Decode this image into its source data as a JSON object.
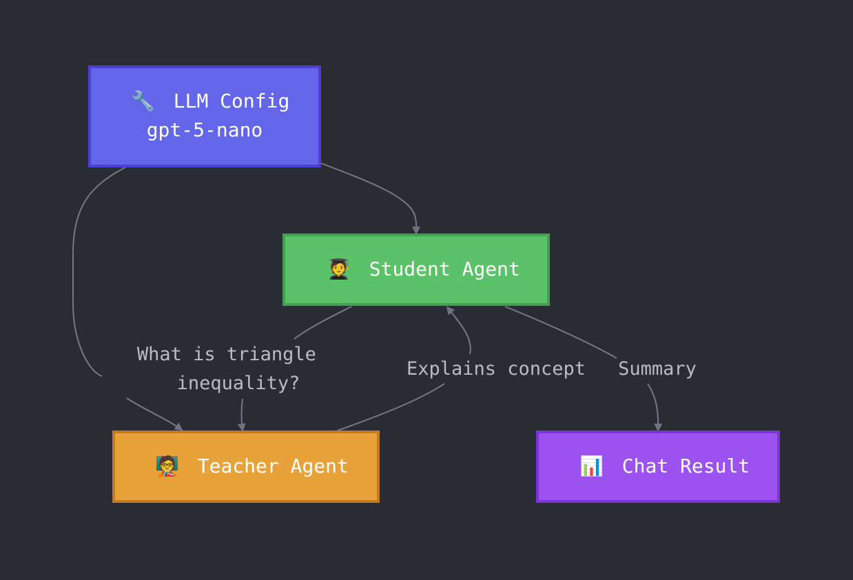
{
  "nodes": {
    "llm_config": {
      "icon": "🔧",
      "title": "LLM Config",
      "subtitle": "gpt-5-nano",
      "fill": "#6466ea",
      "stroke": "#4d3fd4"
    },
    "student_agent": {
      "icon": "🧑‍🎓",
      "title": "Student Agent",
      "fill": "#5bc26a",
      "stroke": "#43a050"
    },
    "teacher_agent": {
      "icon": "🧑‍🏫",
      "title": "Teacher Agent",
      "fill": "#e8a23a",
      "stroke": "#c47a22"
    },
    "chat_result": {
      "icon": "📊",
      "title": "Chat Result",
      "fill": "#9b52ee",
      "stroke": "#7a34d4"
    }
  },
  "edges": {
    "question": {
      "line1": "What is triangle",
      "line2": "inequality?"
    },
    "explains": {
      "label": "Explains concept"
    },
    "summary": {
      "label": "Summary"
    }
  },
  "colors": {
    "background": "#2a2c34",
    "edge": "#757a89",
    "edge_label": "#b9bcc6",
    "node_text": "#ffffff"
  }
}
